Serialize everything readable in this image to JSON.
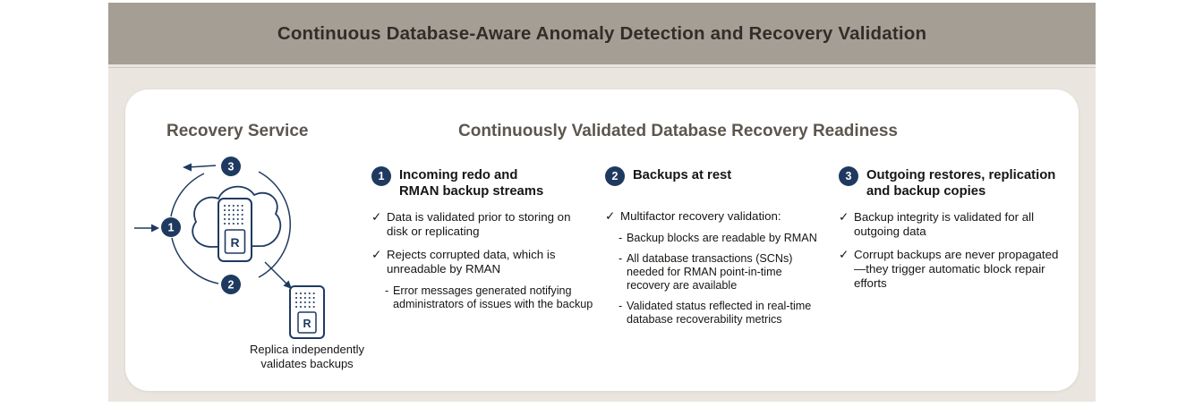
{
  "colors": {
    "band": "#a49e94",
    "background": "#eae6df",
    "accent_navy": "#1f3a60",
    "title_gray": "#5c564e",
    "text": "#161513"
  },
  "header": {
    "title": "Continuous Database-Aware Anomaly Detection and Recovery Validation"
  },
  "diagram": {
    "title": "Recovery Service",
    "flow_badges": [
      "1",
      "2",
      "3"
    ],
    "server_label": "R",
    "replica_label": "R",
    "caption": "Replica independently validates backups"
  },
  "main": {
    "title": "Continuously Validated Database Recovery Readiness",
    "columns": [
      {
        "badge": "1",
        "heading_line1": "Incoming redo and",
        "heading_line2": "RMAN backup streams",
        "items": [
          {
            "marker": "✓",
            "text": "Data is validated prior to storing on disk or replicating"
          },
          {
            "marker": "✓",
            "text": "Rejects corrupted data, which is unreadable by RMAN"
          },
          {
            "marker": "-",
            "text": "Error messages generated notifying administrators of issues with the backup"
          }
        ]
      },
      {
        "badge": "2",
        "heading_line1": "Backups at rest",
        "heading_line2": "",
        "items": [
          {
            "marker": "✓",
            "text": "Multifactor recovery validation:"
          },
          {
            "marker": "-",
            "text": "Backup blocks are readable by RMAN"
          },
          {
            "marker": "-",
            "text": "All database transactions (SCNs) needed for RMAN point-in-time recovery are available"
          },
          {
            "marker": "-",
            "text": "Validated status reflected in real-time database recoverability metrics"
          }
        ]
      },
      {
        "badge": "3",
        "heading_line1": "Outgoing restores, replication",
        "heading_line2": "and backup copies",
        "items": [
          {
            "marker": "✓",
            "text": "Backup integrity is validated for all outgoing data"
          },
          {
            "marker": "✓",
            "text": "Corrupt backups are never propagated—they trigger automatic block repair efforts"
          }
        ]
      }
    ]
  }
}
